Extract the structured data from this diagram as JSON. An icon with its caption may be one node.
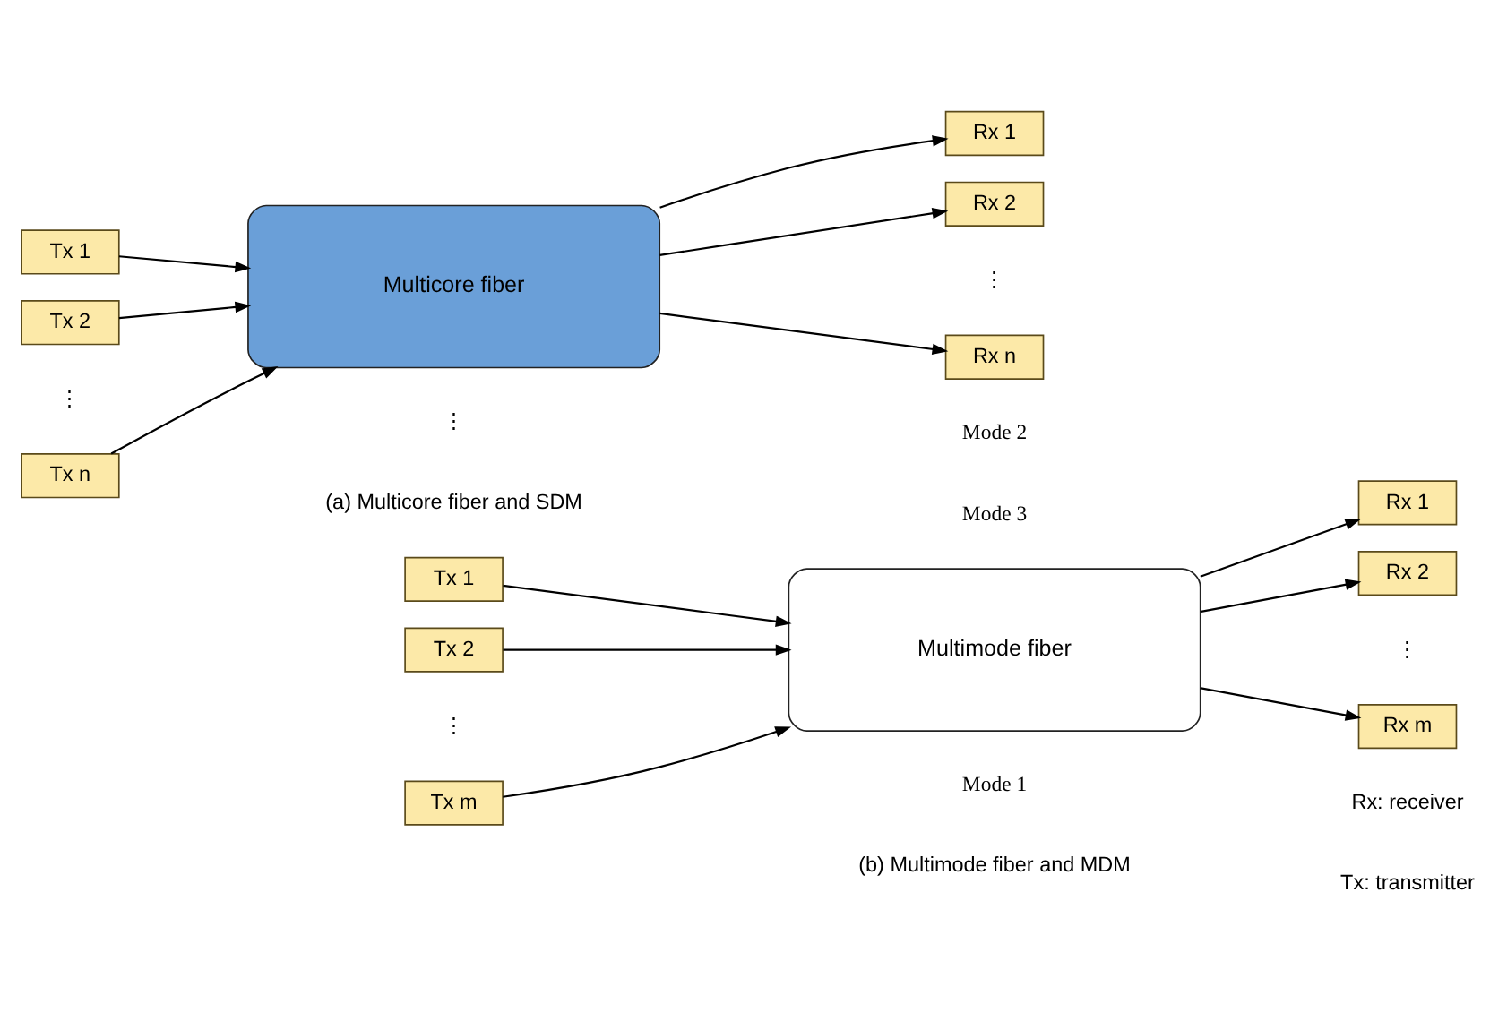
{
  "diagram": {
    "nodes": [
      {
        "text": [
          "Tx 1"
        ]
      },
      {
        "text": [
          "Tx 2"
        ]
      },
      {
        "text": [
          "Tx n"
        ]
      },
      {
        "text": [
          "Multicore fiber"
        ]
      },
      {
        "text": [
          "Rx 1"
        ]
      },
      {
        "text": [
          "Rx 2"
        ]
      },
      {
        "text": [
          "Rx n"
        ]
      },
      {
        "text": [
          "Tx 1"
        ]
      },
      {
        "text": [
          "Tx 2"
        ]
      },
      {
        "text": [
          "Tx m"
        ]
      },
      {
        "text": [
          "Multimode fiber"
        ]
      },
      {
        "text": [
          "Rx 1"
        ]
      },
      {
        "text": [
          "Rx 2"
        ]
      },
      {
        "text": [
          "Rx m"
        ]
      }
    ],
    "edges": [
      {
        "from": 0,
        "to": 3,
        "arrow": "to"
      },
      {
        "from": 1,
        "to": 3,
        "arrow": "to"
      },
      {
        "from": 2,
        "to": 3,
        "arrow": "to"
      },
      {
        "from": 3,
        "to": 4,
        "arrow": "to"
      },
      {
        "from": 3,
        "to": 5,
        "arrow": "to"
      },
      {
        "from": 3,
        "to": 6,
        "arrow": "to"
      },
      {
        "from": 7,
        "to": 10,
        "arrow": "to"
      },
      {
        "from": 8,
        "to": 10,
        "arrow": "to"
      },
      {
        "from": 9,
        "to": 10,
        "arrow": "to"
      },
      {
        "from": 10,
        "to": 11,
        "arrow": "to"
      },
      {
        "from": 10,
        "to": 12,
        "arrow": "to"
      },
      {
        "from": 10,
        "to": 13,
        "arrow": "to"
      }
    ],
    "labels": [
      "⋮",
      "⋮",
      "⋮",
      "(a) Multicore fiber and SDM",
      "Mode 2",
      "Mode 3",
      "Mode 1",
      "⋮",
      "⋮",
      "(b) Multimode fiber and MDM",
      "Rx: receiver",
      "Tx: transmitter"
    ]
  }
}
